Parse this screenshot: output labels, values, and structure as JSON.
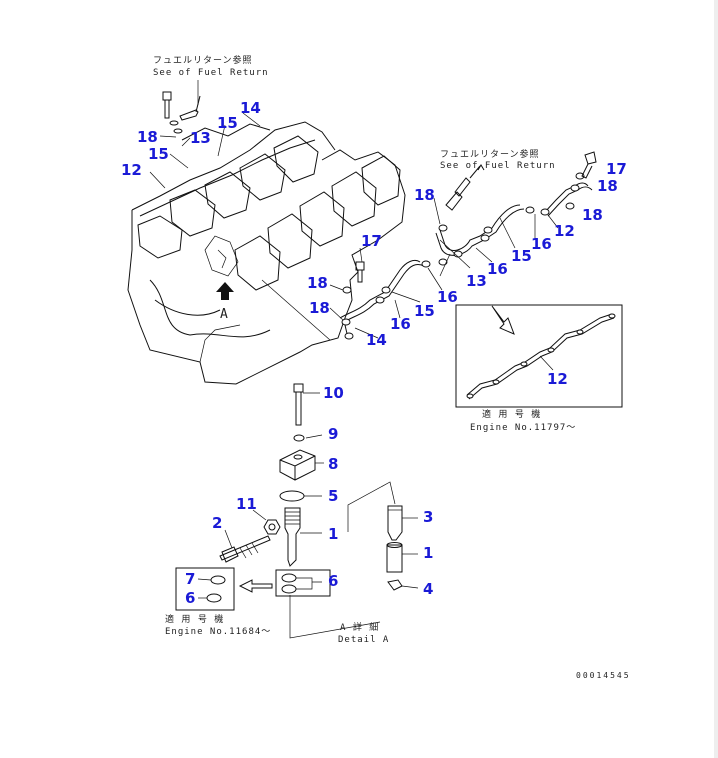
{
  "page": {
    "drawing_code": "00014545"
  },
  "notes": {
    "fuel_return_jp": "フュエルリターン参照",
    "fuel_return_en": "See of Fuel Return",
    "applies_jp": "適 用 号 機",
    "engine_11797": "Engine No.11797～",
    "engine_11684": "Engine No.11684～",
    "detail_jp": "A 詳 細",
    "detail_en": "Detail A"
  },
  "callouts": {
    "c1": "1",
    "c1b": "1",
    "c2": "2",
    "c3": "3",
    "c4": "4",
    "c5": "5",
    "c6": "6",
    "c6b": "6",
    "c7": "7",
    "c8": "8",
    "c9": "9",
    "c10": "10",
    "c11": "11",
    "c12a": "12",
    "c12b": "12",
    "c12c": "12",
    "c13a": "13",
    "c13b": "13",
    "c14a": "14",
    "c14b": "14",
    "c15a": "15",
    "c15b": "15",
    "c15c": "15",
    "c15d": "15",
    "c16a": "16",
    "c16b": "16",
    "c16c": "16",
    "c16d": "16",
    "c17a": "17",
    "c17b": "17",
    "c18a": "18",
    "c18b": "18",
    "c18c": "18",
    "c18d": "18",
    "c18e": "18",
    "c18f": "18"
  }
}
